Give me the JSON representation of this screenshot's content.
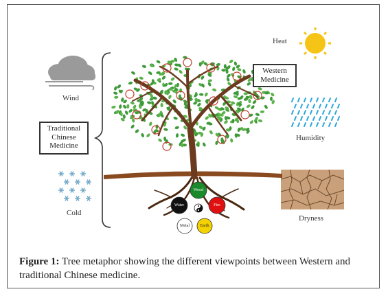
{
  "labels": {
    "wind": "Wind",
    "heat": "Heat",
    "humidity": "Humidity",
    "cold": "Cold",
    "dryness": "Dryness",
    "tcm_line1": "Traditional",
    "tcm_line2": "Chinese",
    "tcm_line3": "Medicine",
    "western_line1": "Western",
    "western_line2": "Medicine"
  },
  "elements": {
    "fire": "Fire",
    "water": "Water",
    "wood": "Wood",
    "metal": "Metal",
    "earth": "Earth"
  },
  "caption": {
    "prefix": "Figure 1:",
    "text": " Tree metaphor showing the different viewpoints between Western and traditional Chinese medicine."
  },
  "colors": {
    "trunk": "#6b3a1f",
    "foliage": "#3f9a3a",
    "ground": "#8a4a20",
    "sun": "#f6c417",
    "rain": "#2aa6dc",
    "snow": "#6fa6c8",
    "fire": "#e01010",
    "water": "#111111",
    "wood": "#1a8a2a",
    "earth": "#f4d200",
    "metal": "#ffffff"
  }
}
